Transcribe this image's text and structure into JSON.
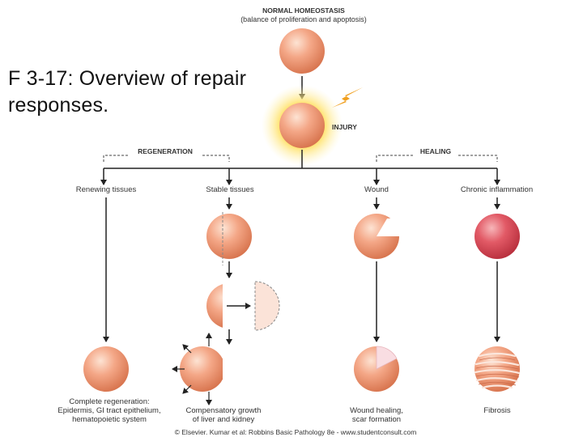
{
  "slide": {
    "title": "F 3-17: Overview of repair responses."
  },
  "diagram": {
    "top": {
      "title": "NORMAL HOMEOSTASIS",
      "subtitle": "(balance of proliferation and apoptosis)"
    },
    "injury_label": "INJURY",
    "regeneration_label": "REGENERATION",
    "healing_label": "HEALING",
    "branches": {
      "renewing": "Renewing tissues",
      "stable": "Stable tissues",
      "wound": "Wound",
      "chronic": "Chronic inflammation"
    },
    "outcomes": {
      "complete": [
        "Complete regeneration:",
        "Epidermis, GI tract epithelium,",
        "hematopoietic system"
      ],
      "compensatory": [
        "Compensatory growth",
        "of liver and kidney"
      ],
      "wound_healing": [
        "Wound healing,",
        "scar formation"
      ],
      "fibrosis": "Fibrosis"
    },
    "credit": "© Elsevier. Kumar et al: Robbins Basic Pathology 8e - www.studentconsult.com",
    "colors": {
      "cell": "#f2a07f",
      "inflamed": "#e0505c",
      "glow": "#ffd23f",
      "bolt": "#f0a020"
    }
  }
}
